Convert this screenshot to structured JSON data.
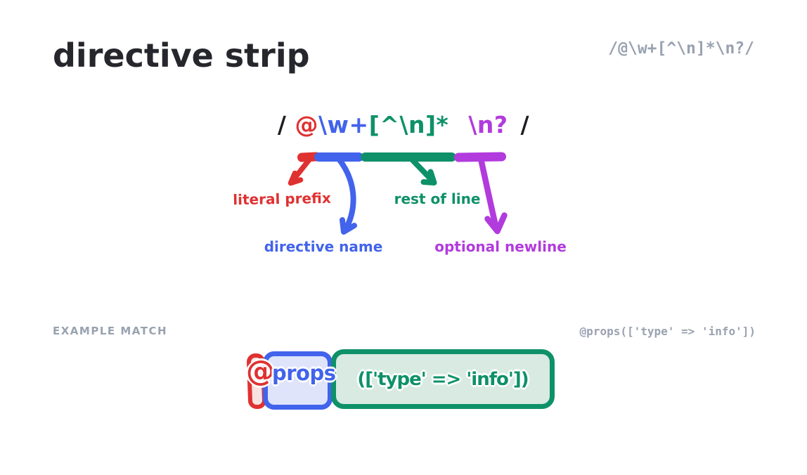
{
  "title": "directive strip",
  "header": {
    "full_regex": "/@\\w+[^\\n]*\\n?/"
  },
  "regex": {
    "open_slash": "/",
    "tokens": {
      "prefix": "@",
      "name": "\\w+",
      "rest": "[^\\n]*",
      "newline": "\\n?"
    },
    "close_slash": "/"
  },
  "annotations": {
    "prefix_label": "literal prefix",
    "name_label": "directive name",
    "rest_label": "rest of line",
    "newline_label": "optional newline"
  },
  "example": {
    "heading": "EXAMPLE MATCH",
    "code": "@props(['type' => 'info'])",
    "match": {
      "prefix": "@",
      "name": "props",
      "rest": "(['type' => 'info'])"
    }
  },
  "colors": {
    "prefix_red": "#e03131",
    "name_blue": "#4263eb",
    "rest_green": "#0e9168",
    "newline_purple": "#b23bdd",
    "muted_gray": "#99a2b0",
    "ink": "#26262d"
  }
}
